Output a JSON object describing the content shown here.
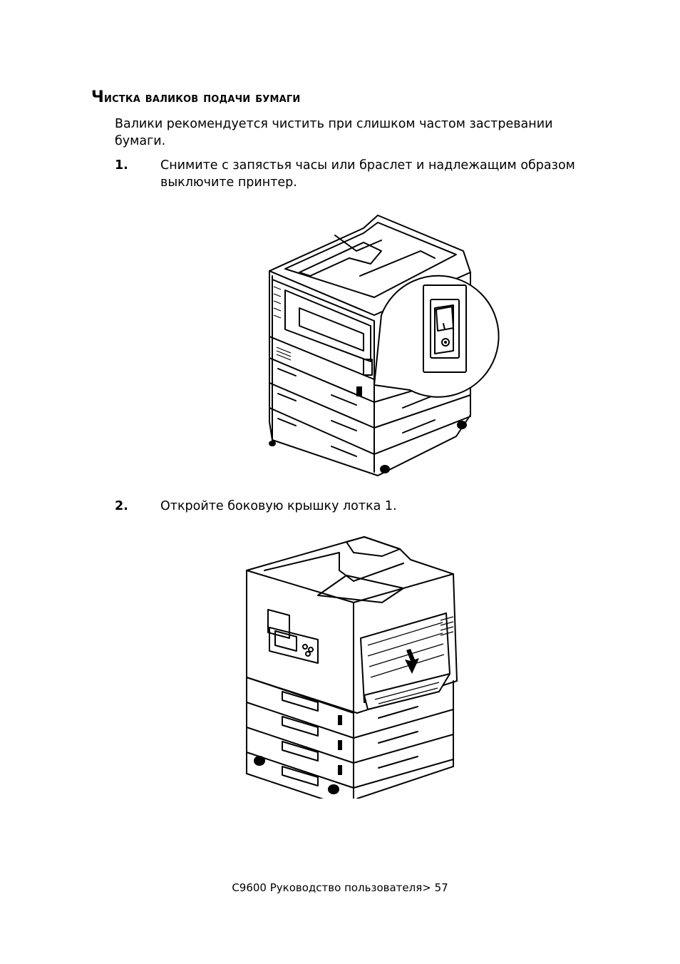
{
  "section": {
    "title_first": "Ч",
    "title_rest": "истка валиков подачи бумаги",
    "intro": "Валики рекомендуется чистить при слишком частом застревании бумаги."
  },
  "steps": [
    {
      "number": "1.",
      "text": "Снимите с запястья часы или браслет и надлежащим образом выключите принтер."
    },
    {
      "number": "2.",
      "text": "Откройте боковую крышку лотка 1."
    }
  ],
  "footer": {
    "text": "C9600 Руководство пользователя> 57"
  }
}
